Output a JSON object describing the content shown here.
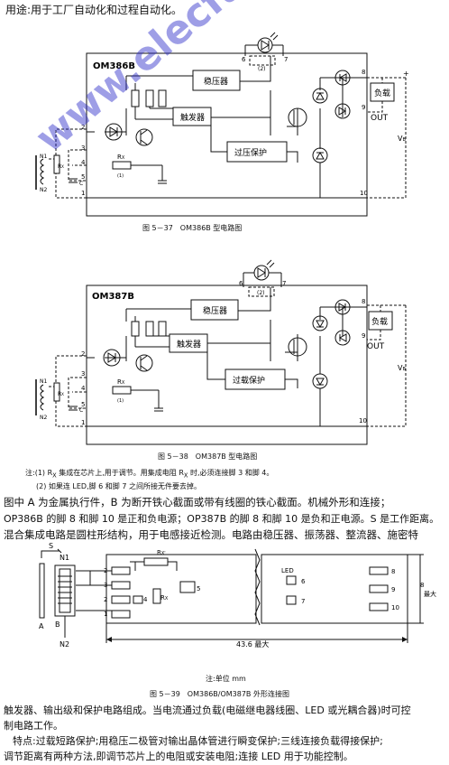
{
  "header": {
    "usage": "用途:用于工厂自动化和过程自动化。"
  },
  "fig37": {
    "chip": "OM386B",
    "regulator": "稳压器",
    "oscillator": "触发器",
    "protect": "过压保护",
    "load": "负载",
    "out": "OUT",
    "vb": "V",
    "vb_sub": "B",
    "caption": "图 5－37　OM386B 型电路图",
    "pins": [
      "1",
      "2",
      "3",
      "4",
      "5",
      "6",
      "7",
      "8",
      "9",
      "10"
    ],
    "rx": "R",
    "rx_sub": "X",
    "n1": "N1",
    "n2": "N2",
    "c": "C",
    "fn1": "(1)",
    "fn2": "(2)",
    "plus": "+"
  },
  "fig38": {
    "chip": "OM387B",
    "regulator": "稳压器",
    "oscillator": "触发器",
    "protect": "过载保护",
    "load": "负载",
    "out": "OUT",
    "caption": "图 5－38　OM387B 型电路图",
    "note1": "注:(1) R",
    "note1_sub": "X",
    "note1_b": " 集成在芯片上,用于调节。用集成电阻 R",
    "note1_c": "X",
    "note1_d": " 时,必须连接脚 3 和脚 4。",
    "note2": "(2) 如果连 LED,脚 6 和脚 7 之间所接无件要去掉。"
  },
  "paragraphs": {
    "p1": "图中 A 为金属执行件，B 为断开铁心截面或带有线圈的铁心截面。机械外形和连接；",
    "p2": "OP386B 的脚 8 和脚 10 是正和负电源；OP387B 的脚 8 和脚 10 是负和正电源。S 是工作距离。",
    "p3": "混合集成电路是圆柱形结构，用于电感接近检测。电路由稳压器、振荡器、整流器、施密特"
  },
  "fig39": {
    "s": "S",
    "n1": "N1",
    "n2": "N2",
    "a": "A",
    "b": "B",
    "rx": "R",
    "rx_sub": "X",
    "rx_prime": "R",
    "rx_prime_sub": "X'",
    "led": "LED",
    "dim": "43.6 最大",
    "max": "最大",
    "h": "8",
    "pins": [
      "1",
      "2",
      "3",
      "4",
      "5",
      "6",
      "7",
      "8",
      "9",
      "10"
    ],
    "unit_note": "注:单位 mm",
    "caption": "图 5－39　OM386B/OM387B 外形连接图"
  },
  "footer": {
    "f1": "触发器、输出级和保护电路组成。当电流通过负载(电磁继电器线圈、LED 或光耦合器)时可控",
    "f2": "制电路工作。",
    "f3": "特点:过载短路保护;用稳压二极管对输出晶体管进行瞬变保护;三线连接负载得接保护;",
    "f4": "调节距离有两种方法,即调节芯片上的电阻或安装电阻;连接 LED 用于功能控制。"
  },
  "watermark": "www.elecfans.com"
}
